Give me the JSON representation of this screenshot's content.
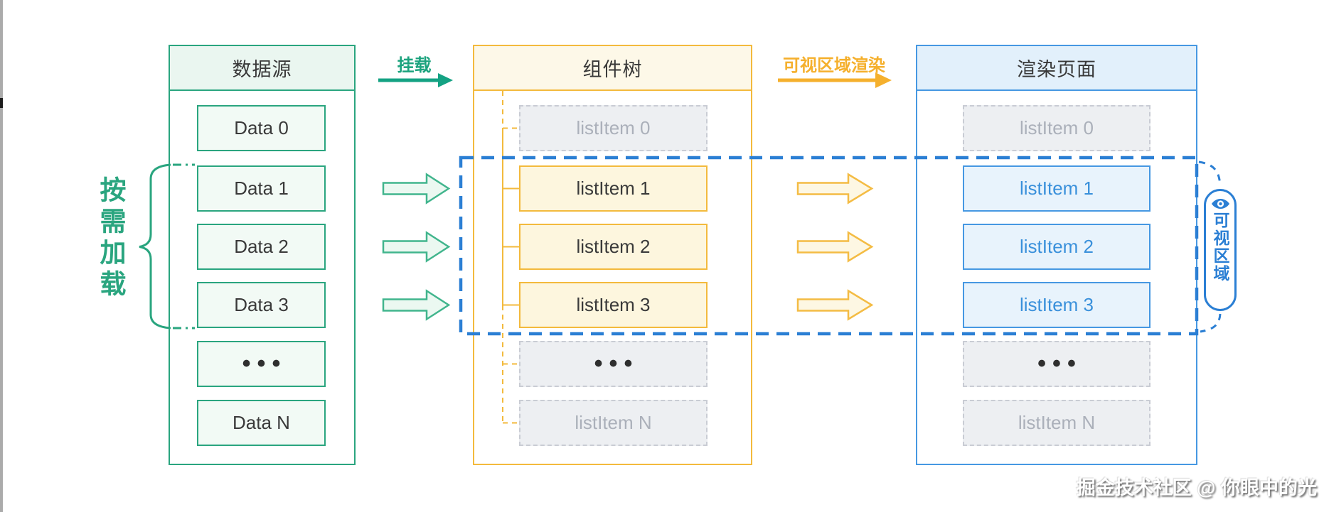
{
  "side_label": "按需加载",
  "flow": {
    "mount_label": "挂载",
    "render_label": "可视区域渲染"
  },
  "viewport_badge": {
    "label": "可视区域",
    "icon": "eye-icon"
  },
  "columns": [
    {
      "id": "data-source",
      "title": "数据源",
      "items": [
        "Data 0",
        "Data 1",
        "Data 2",
        "Data 3",
        "•••",
        "Data N"
      ]
    },
    {
      "id": "component-tree",
      "title": "组件树",
      "items": [
        "listItem 0",
        "listItem 1",
        "listItem 2",
        "listItem 3",
        "•••",
        "listItem N"
      ]
    },
    {
      "id": "render-page",
      "title": "渲染页面",
      "items": [
        "listItem 0",
        "listItem 1",
        "listItem 2",
        "listItem 3",
        "•••",
        "listItem N"
      ]
    }
  ],
  "watermark": "掘金技术社区 @ 你眼中的光",
  "colors": {
    "green": "#2aa57f",
    "yellow": "#f3ba3d",
    "blue": "#4698e2",
    "viewport_blue": "#2b7fd4",
    "ghost_text": "#abb0ba",
    "dark_text": "#3a3a3a",
    "mount_arrow": "#14a283",
    "render_arrow": "#f5b02d"
  }
}
